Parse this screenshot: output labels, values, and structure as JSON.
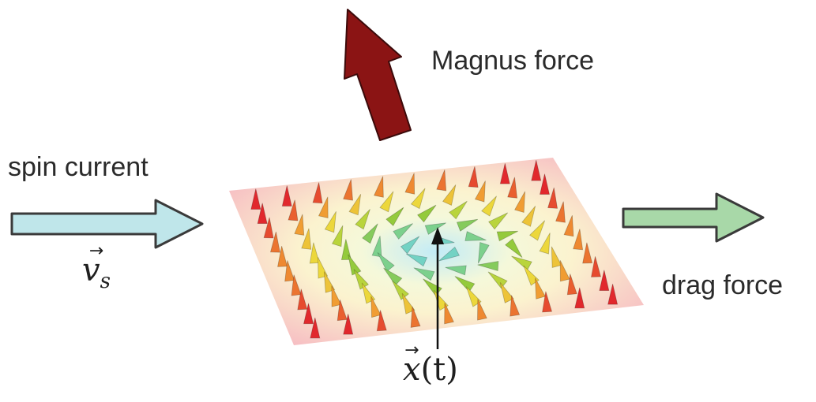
{
  "labels": {
    "magnus_force": "Magnus force",
    "spin_current": "spin current",
    "drag_force": "drag force",
    "velocity_symbol": "v",
    "velocity_subscript": "s",
    "position_symbol": "x",
    "position_arg": "(t)"
  },
  "colors": {
    "magnus_arrow": "#8b1414",
    "spin_current_arrow": "#bfe6ea",
    "drag_arrow": "#a8d8a8",
    "plane_edge": "#f4b9bd",
    "skyrmion_core": "#8fd8f0",
    "spin_up": "#e8303a"
  }
}
